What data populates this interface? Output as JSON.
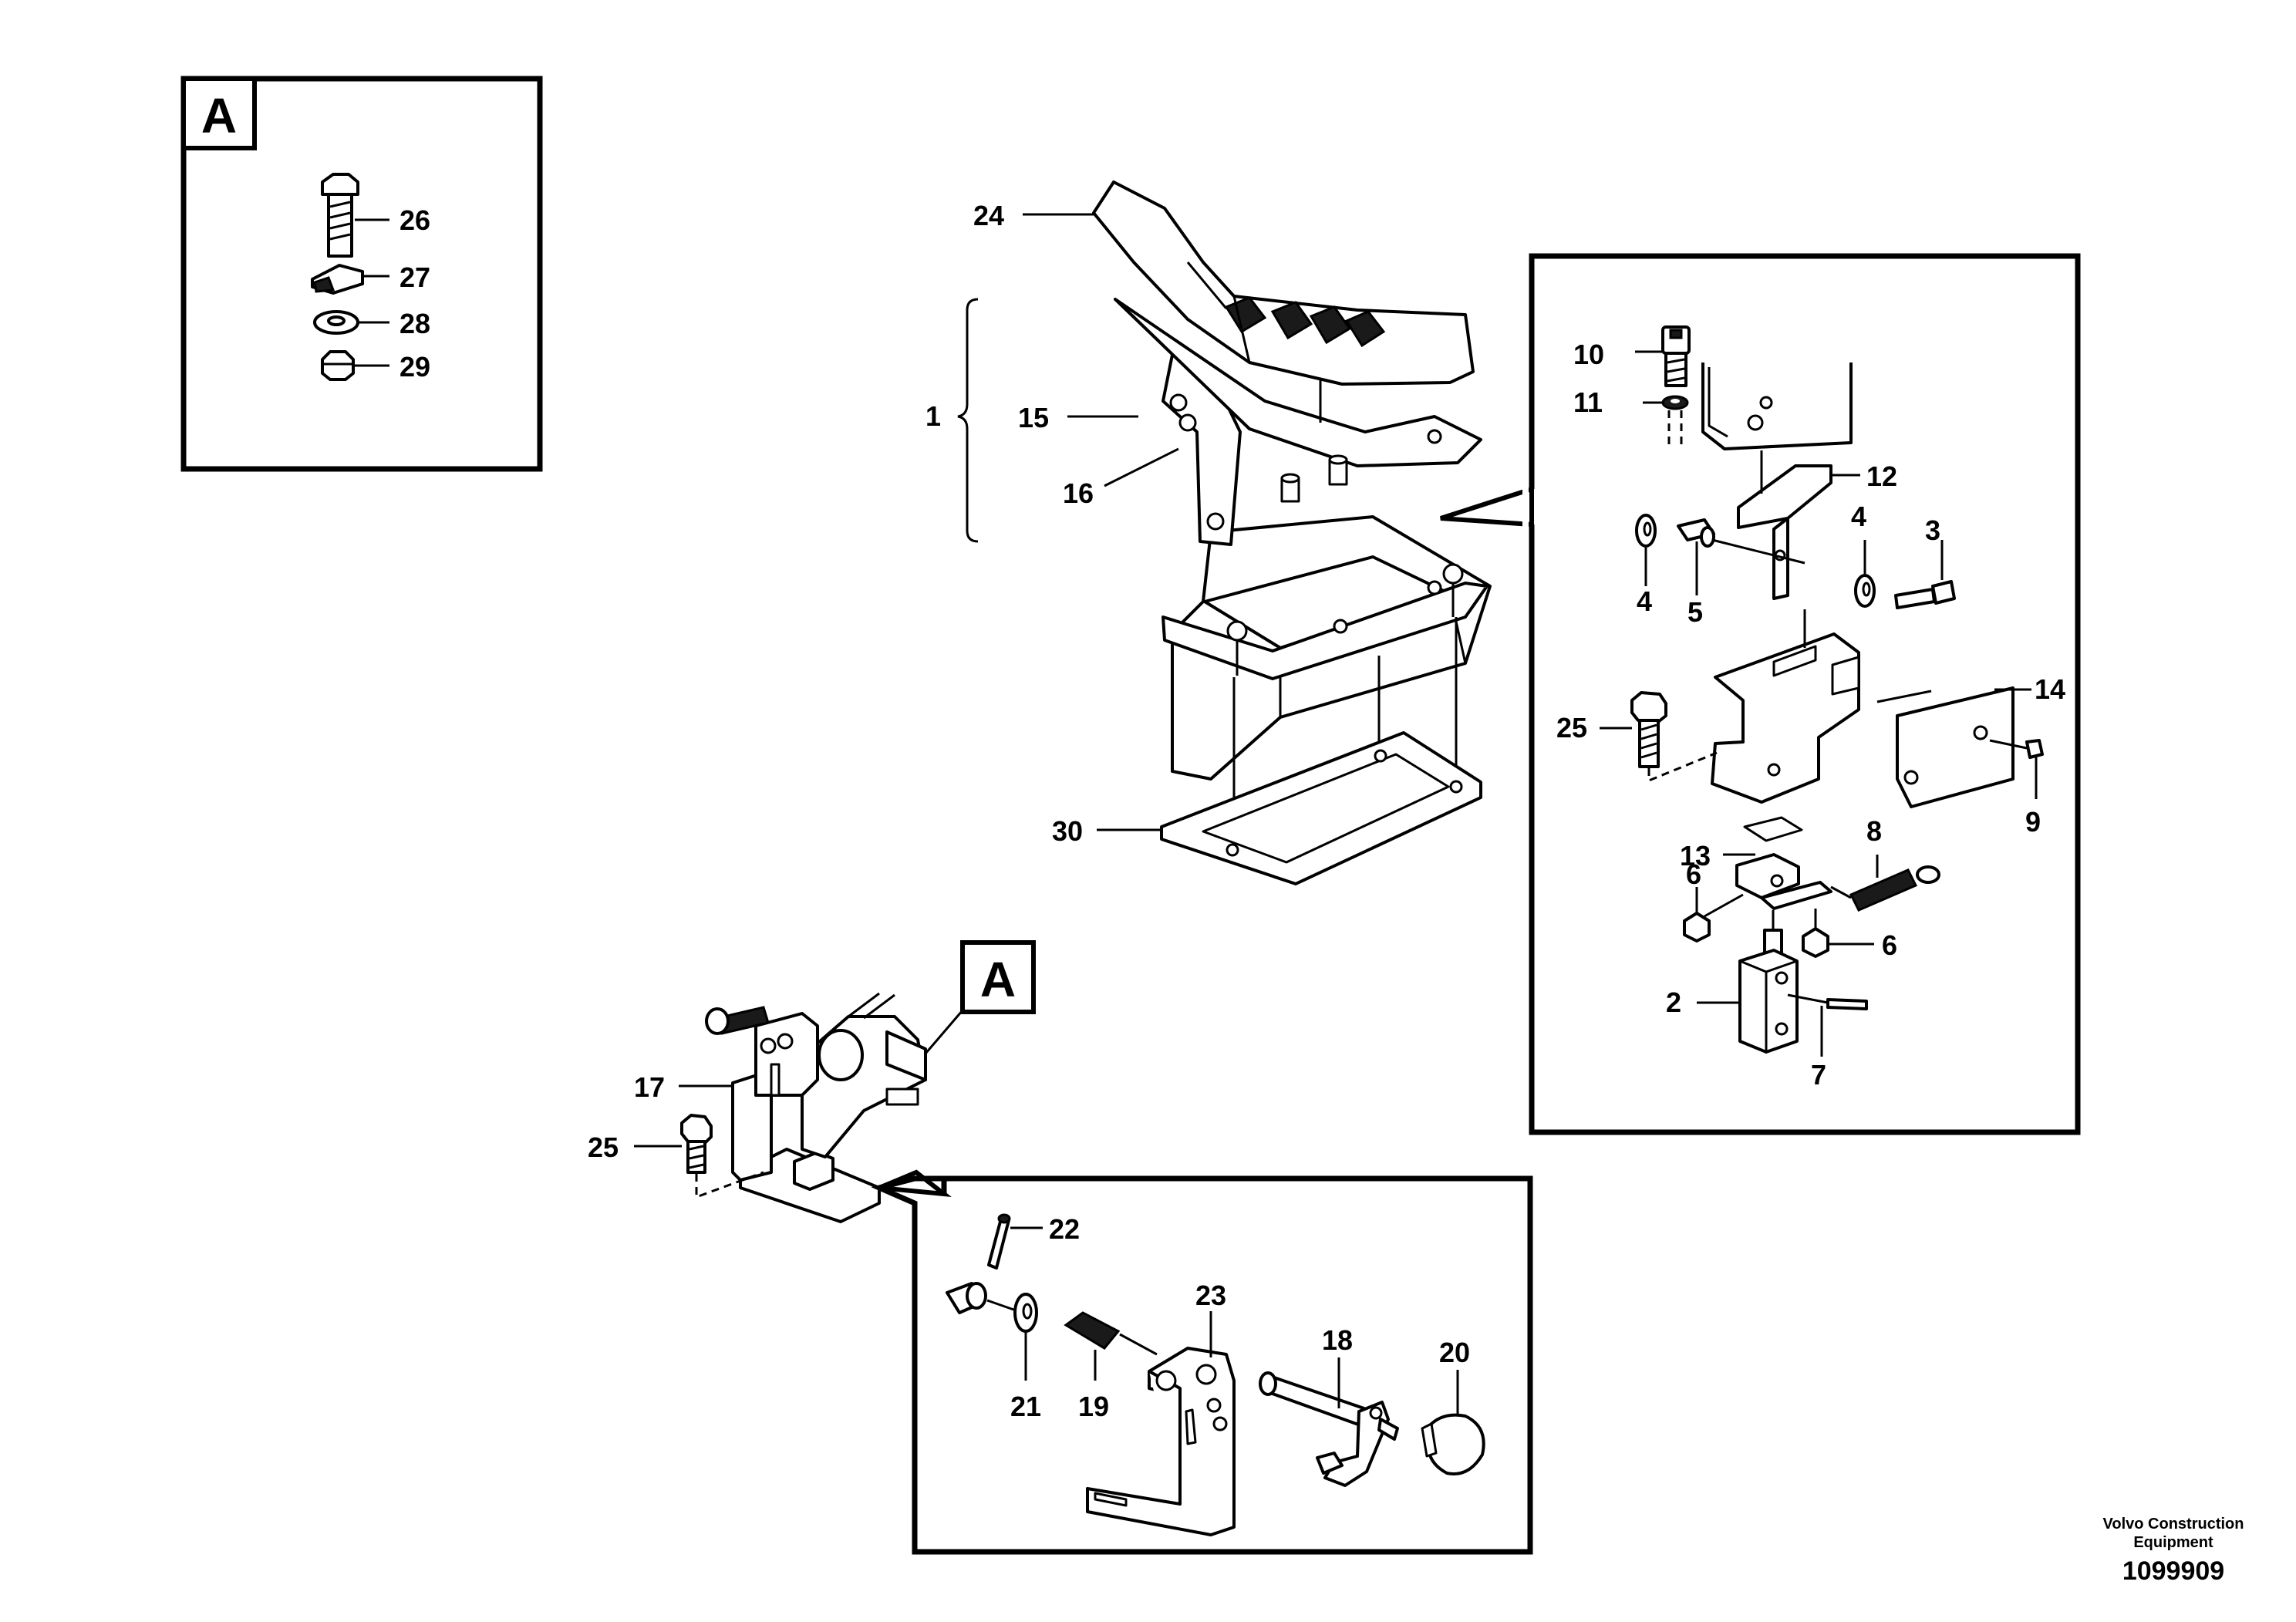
{
  "detail_labels": {
    "a_inset": "A",
    "a_flag": "A"
  },
  "callouts": {
    "c1": "1",
    "c2": "2",
    "c3": "3",
    "c4a": "4",
    "c4b": "4",
    "c5": "5",
    "c6a": "6",
    "c6b": "6",
    "c7": "7",
    "c8": "8",
    "c9": "9",
    "c10": "10",
    "c11": "11",
    "c12": "12",
    "c13": "13",
    "c14": "14",
    "c15": "15",
    "c16": "16",
    "c17": "17",
    "c18": "18",
    "c19": "19",
    "c20": "20",
    "c21": "21",
    "c22": "22",
    "c23": "23",
    "c24": "24",
    "c25a": "25",
    "c25b": "25",
    "c26": "26",
    "c27": "27",
    "c28": "28",
    "c29": "29",
    "c30": "30"
  },
  "footer": {
    "company_line1": "Volvo Construction",
    "company_line2": "Equipment",
    "drawing_number": "1099909"
  }
}
